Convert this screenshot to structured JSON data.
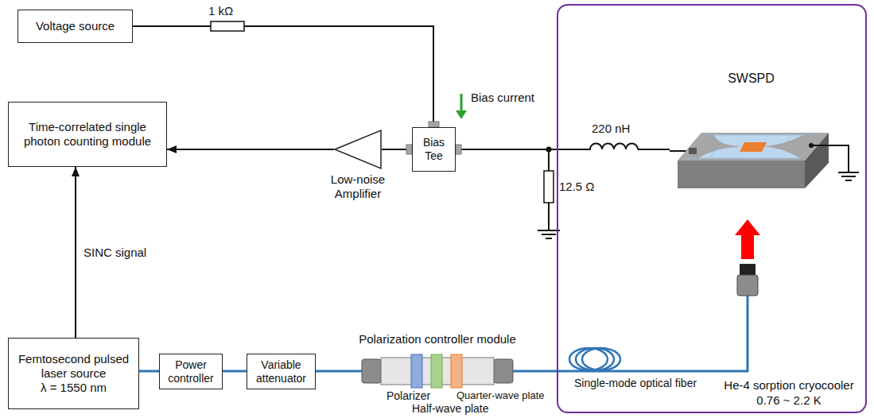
{
  "diagram": {
    "nodes": [
      {
        "text": [
          "Voltage source"
        ]
      },
      {
        "text": [
          "Time-correlated single photon counting module"
        ]
      },
      {
        "text": [
          "Bias Tee"
        ]
      },
      {
        "text": [
          "Low-noise Amplifier"
        ]
      },
      {
        "text": [
          "Femtosecond pulsed laser source",
          "λ = 1550 nm"
        ]
      },
      {
        "text": [
          "Power controller"
        ]
      },
      {
        "text": [
          "Variable attenuator"
        ]
      },
      {
        "text": [
          "Polarization controller module"
        ]
      },
      {
        "text": [
          "He-4 sorption cryocooler",
          "0.76 ~ 2.2 K"
        ]
      },
      {
        "text": [
          "SWSPD"
        ],
        "in": 8
      }
    ],
    "edges": [
      {
        "from": 0,
        "to": 2,
        "arrow": "none"
      },
      {
        "from": 2,
        "to": 3,
        "arrow": "none"
      },
      {
        "from": 3,
        "to": 1,
        "arrow": "to"
      },
      {
        "from": 2,
        "to": 9,
        "arrow": "none"
      },
      {
        "from": 4,
        "to": 1,
        "label": "SINC signal",
        "arrow": "to"
      },
      {
        "from": 4,
        "to": 5,
        "arrow": "none"
      },
      {
        "from": 5,
        "to": 6,
        "arrow": "none"
      },
      {
        "from": 6,
        "to": 7,
        "arrow": "none"
      },
      {
        "from": 7,
        "to": 9,
        "arrow": "none"
      }
    ],
    "labels": [
      "1 kΩ",
      "Bias current",
      "220 nH",
      "12.5 Ω",
      "Polarizer",
      "Half-wave plate",
      "Quarter-wave plate",
      "Single-mode optical fiber"
    ]
  }
}
